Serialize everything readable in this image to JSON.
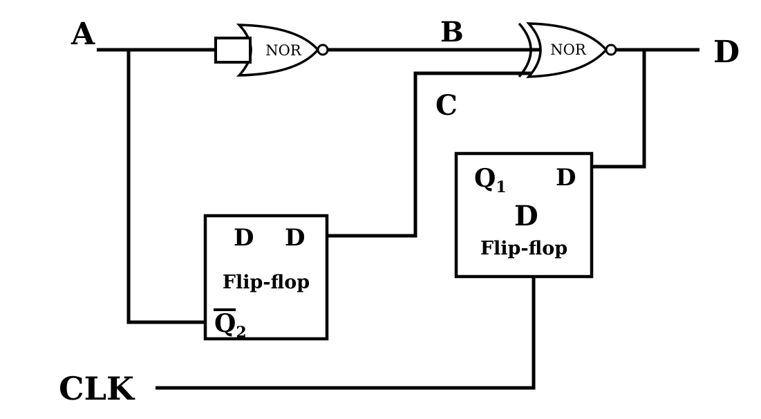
{
  "colors": {
    "ink": "#000000",
    "background": "#ffffff"
  },
  "labels": {
    "input_a": "A",
    "node_b": "B",
    "node_c": "C",
    "output_d": "D",
    "clock": "CLK"
  },
  "gates": {
    "nor1": "NOR",
    "nor2": "NOR"
  },
  "flip_flop_left": {
    "d_input": "D",
    "d_output": "D",
    "name": "Flip-flop",
    "q_base": "Q",
    "q_sub": "2"
  },
  "flip_flop_right": {
    "q_base": "Q",
    "q_sub": "1",
    "d_top": "D",
    "d_center": "D",
    "name": "Flip-flop"
  }
}
